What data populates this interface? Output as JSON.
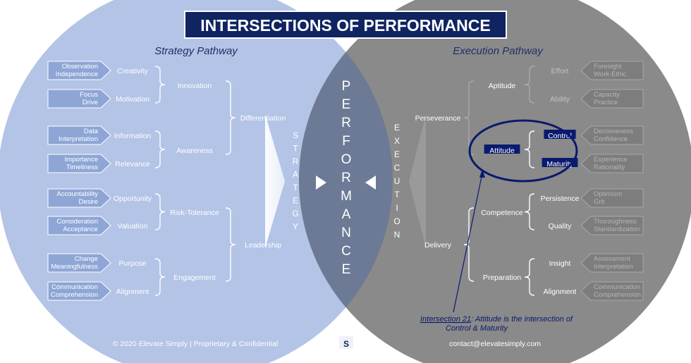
{
  "title": "INTERSECTIONS OF PERFORMANCE",
  "strategy_heading": "Strategy Pathway",
  "execution_heading": "Execution Pathway",
  "center_word": "PERFORMANCE",
  "strategy_word": "STRATEGY",
  "execution_word": "EXECUTION",
  "footer_left": "© 2020 Elevate Simply | Proprietary & Confidential",
  "footer_right": "contact@elevatesimply.com",
  "logo_letters": "S",
  "colors": {
    "strategy_circle": "#b3c4e6",
    "execution_circle": "#8a8a8a",
    "overlap": "#6c7a96",
    "title_bg": "#0f2461",
    "tag": "#8ea6d6",
    "gray_tag": "#7d7d7d",
    "highlight": "#0a1a6e"
  },
  "strategy": {
    "tags": [
      [
        "Observation",
        "Independence"
      ],
      [
        "Focus",
        "Drive"
      ],
      [
        "Data",
        "Interpretation"
      ],
      [
        "Importance",
        "Timeliness"
      ],
      [
        "Accountability",
        "Desire"
      ],
      [
        "Consideration",
        "Acceptance"
      ],
      [
        "Change",
        "Meaningfulness"
      ],
      [
        "Communication",
        "Comprehension"
      ]
    ],
    "level1": [
      "Creativity",
      "Motivation",
      "Information",
      "Relevance",
      "Opportunity",
      "Valuation",
      "Purpose",
      "Alignment"
    ],
    "level2": [
      "Innovation",
      "Awareness",
      "Risk-Tolerance",
      "Engagement"
    ],
    "level3": [
      "Differentiation",
      "Leadership"
    ]
  },
  "execution": {
    "tags": [
      [
        "Foresight",
        "Work-Ethic"
      ],
      [
        "Capacity",
        "Practice"
      ],
      [
        "Decisiveness",
        "Confidence"
      ],
      [
        "Experience",
        "Rationality"
      ],
      [
        "Optimism",
        "Grit"
      ],
      [
        "Thoroughness",
        "Standardization"
      ],
      [
        "Assessment",
        "Interpretation"
      ],
      [
        "Communication",
        "Comprehension"
      ]
    ],
    "level1": [
      "Effort",
      "Ability",
      "Control",
      "Maturity",
      "Persistence",
      "Quality",
      "Insight",
      "Alignment"
    ],
    "level2": [
      "Aptitude",
      "Attitude",
      "Competence",
      "Preparation"
    ],
    "level3": [
      "Perseverance",
      "Delivery"
    ]
  },
  "annotation": {
    "label": "Intersection 21",
    "text": ": Attitude is the intersection of",
    "line2": "Control & Maturity"
  }
}
